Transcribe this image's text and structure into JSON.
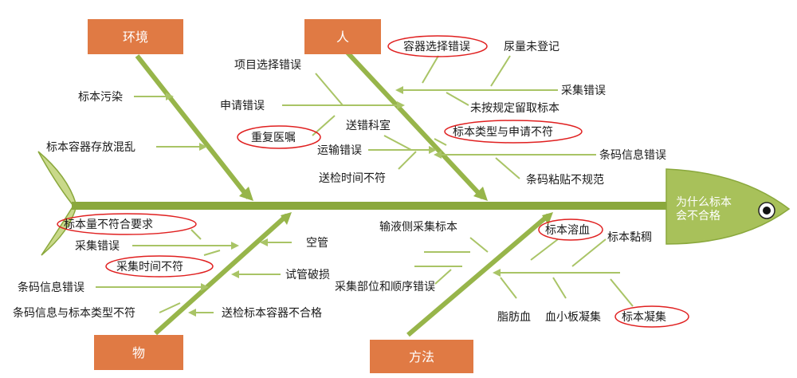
{
  "head": {
    "line1": "为什么标本",
    "line2": "会不合格"
  },
  "colors": {
    "spine": "#8aa83c",
    "bone": "#97b54a",
    "arrow": "#a9c466",
    "category_box": "#e07a44",
    "fish_head": "#a8c15a",
    "highlight_ring": "#e02020"
  },
  "categories": {
    "environment": "环境",
    "person": "人",
    "material": "物",
    "method": "方法"
  },
  "causes": {
    "environment": [
      "标本污染",
      "标本容器存放混乱"
    ],
    "person": [
      "项目选择错误",
      "申请错误",
      "重复医嘱",
      "送错科室",
      "运输错误",
      "送检时间不符",
      "容器选择错误",
      "尿量未登记",
      "采集错误",
      "未按规定留取标本",
      "标本类型与申请不符",
      "条码信息错误",
      "条码粘贴不规范"
    ],
    "material": [
      "标本量不符合要求",
      "采集错误",
      "采集时间不符",
      "条码信息错误",
      "条码信息与标本类型不符",
      "空管",
      "试管破损",
      "送检标本容器不合格"
    ],
    "method": [
      "输液侧采集标本",
      "采集部位和顺序错误",
      "标本溶血",
      "标本黏稠",
      "脂肪血",
      "血小板凝集",
      "标本凝集"
    ]
  }
}
